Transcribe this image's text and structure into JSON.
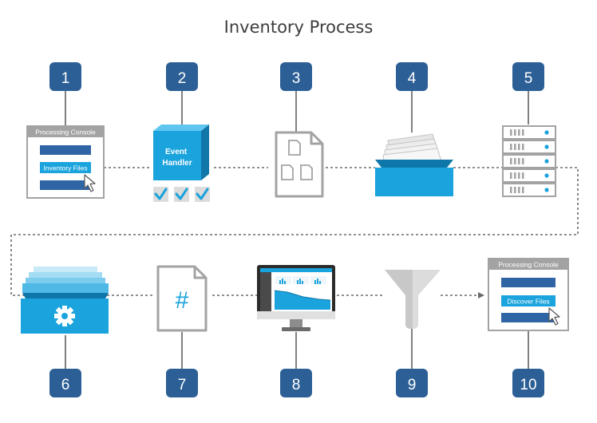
{
  "title": "Inventory Process",
  "steps": [
    {
      "number": "1",
      "icon": "processing-console-window-icon",
      "window_title": "Processing Console",
      "highlight_label": "Inventory Files"
    },
    {
      "number": "2",
      "icon": "event-handler-cube-icon",
      "label": "Event Handler",
      "checks": 3
    },
    {
      "number": "3",
      "icon": "file-collection-document-icon"
    },
    {
      "number": "4",
      "icon": "file-tray-icon"
    },
    {
      "number": "5",
      "icon": "server-rack-icon"
    },
    {
      "number": "6",
      "icon": "settings-storage-tray-icon"
    },
    {
      "number": "7",
      "icon": "hash-document-icon",
      "symbol": "#"
    },
    {
      "number": "8",
      "icon": "monitor-dashboard-icon"
    },
    {
      "number": "9",
      "icon": "funnel-filter-icon"
    },
    {
      "number": "10",
      "icon": "processing-console-window-icon",
      "window_title": "Processing Console",
      "highlight_label": "Discover Files"
    }
  ],
  "colors": {
    "badge": "#2c5f95",
    "accent_blue": "#1aa3dc",
    "dark_blue": "#2f65a4",
    "gray_outline": "#a3a3a3",
    "connector": "#6b6b6b",
    "title_text": "#3d3d3d"
  }
}
